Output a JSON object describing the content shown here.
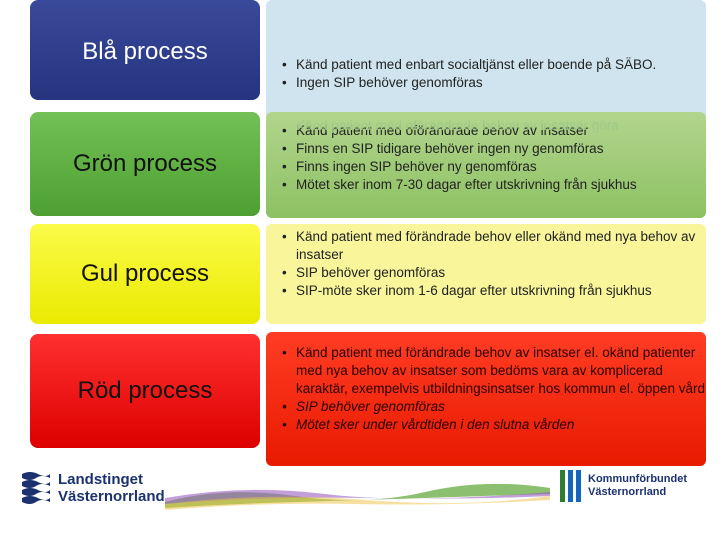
{
  "processes": {
    "blue": {
      "label": "Blå process",
      "color": "#24347f",
      "items": [
        "Känd patient med enbart socialtjänst eller boende på SÄBO.",
        "Ingen SIP behöver genomföras"
      ]
    },
    "green": {
      "label": "Grön process",
      "color": "#4ea032",
      "overlap_text": "Känd patient med oförändrade behov av insatser göra",
      "items": [
        "Känd patient med oförändrade behov av insatser",
        "Finns en SIP tidigare behöver ingen ny genomföras",
        "Finns ingen SIP behöver ny genomföras",
        "Mötet sker inom 7-30 dagar efter utskrivning från sjukhus"
      ]
    },
    "yellow": {
      "label": "Gul process",
      "color": "#eaea00",
      "items": [
        "Känd patient med förändrade behov eller okänd med nya behov av insatser",
        "SIP behöver genomföras",
        "SIP-möte sker inom 1-6 dagar efter utskrivning från sjukhus"
      ]
    },
    "red": {
      "label": "Röd process",
      "color": "#dd0000",
      "items": [
        "Känd patient med förändrade behov av insatser el. okänd patienter med nya behov av insatser som bedöms vara av komplicerad karaktär, exempelvis utbildningsinsatser hos kommun el. öppen vård",
        "SIP behöver genomföras",
        "Mötet sker under vårdtiden i den slutna vården"
      ]
    }
  },
  "footer": {
    "left_logo_line1": "Landstinget",
    "left_logo_line2": "Västernorrland",
    "right_logo_line1": "Kommunförbundet",
    "right_logo_line2": "Västernorrland"
  }
}
